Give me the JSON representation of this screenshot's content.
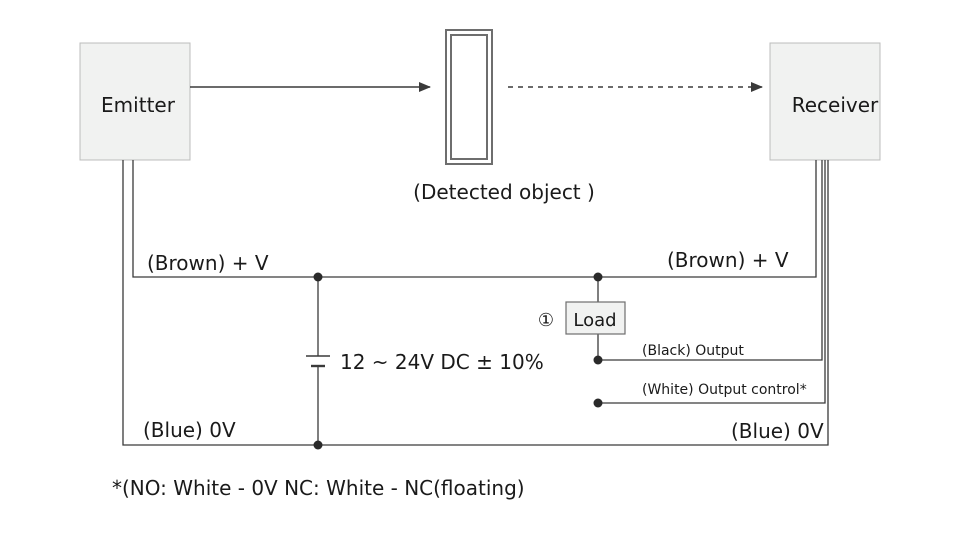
{
  "emitter": {
    "label": "Emitter"
  },
  "receiver": {
    "label": "Receiver"
  },
  "object": {
    "label": "(Detected object )"
  },
  "wires": {
    "left_brown": "(Brown) + V",
    "right_brown": "(Brown) + V",
    "left_blue": "(Blue) 0V",
    "right_blue": "(Blue) 0V",
    "black": "(Black) Output",
    "white": "(White) Output control*"
  },
  "supply": {
    "label": "12 ~ 24V DC ± 10%"
  },
  "load": {
    "marker": "①",
    "label": "Load"
  },
  "footnote": "*(NO: White - 0V NC: White - NC(floating)",
  "colors": {
    "box_fill": "#f1f2f1",
    "box_stroke": "#bcbcbc",
    "object_stroke": "#6e6e6e",
    "wire": "#3a3a3a"
  }
}
